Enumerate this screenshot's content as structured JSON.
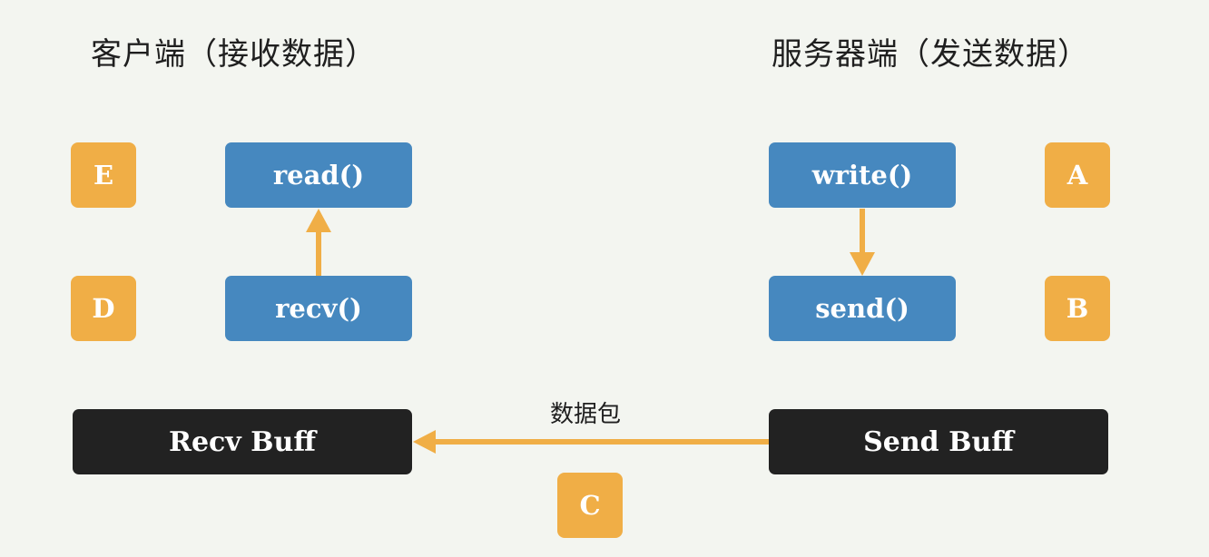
{
  "client": {
    "title": "客户端（接收数据）"
  },
  "server": {
    "title": "服务器端（发送数据）"
  },
  "functions": {
    "read": "read()",
    "recv": "recv()",
    "write": "write()",
    "send": "send()"
  },
  "buffers": {
    "recv": "Recv Buff",
    "send": "Send Buff"
  },
  "packet_label": "数据包",
  "step_tags": {
    "A": "A",
    "B": "B",
    "C": "C",
    "D": "D",
    "E": "E"
  },
  "colors": {
    "background": "#f3f5f0",
    "function_box": "#4688bf",
    "step_tag": "#f0ae46",
    "buffer": "#222222",
    "arrow": "#f0ae46"
  }
}
